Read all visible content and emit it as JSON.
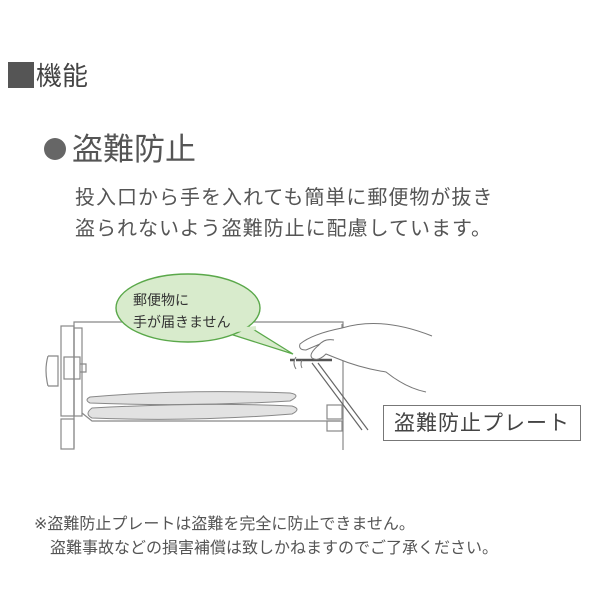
{
  "section": {
    "title": "機能"
  },
  "feature": {
    "title": "盗難防止",
    "description": [
      "投入口から手を入れても簡単に郵便物が抜き",
      "盗られないよう盗難防止に配慮しています。"
    ]
  },
  "illustration": {
    "bubble": [
      "郵便物に",
      "手が届きません"
    ],
    "plate_label": "盗難防止プレート",
    "bubble_fill": "#d8ebcc",
    "bubble_stroke": "#5aa84a"
  },
  "notes": [
    "※盗難防止プレートは盗難を完全に防止できません。",
    "盗難事故などの損害補償は致しかねますのでご了承ください。"
  ]
}
